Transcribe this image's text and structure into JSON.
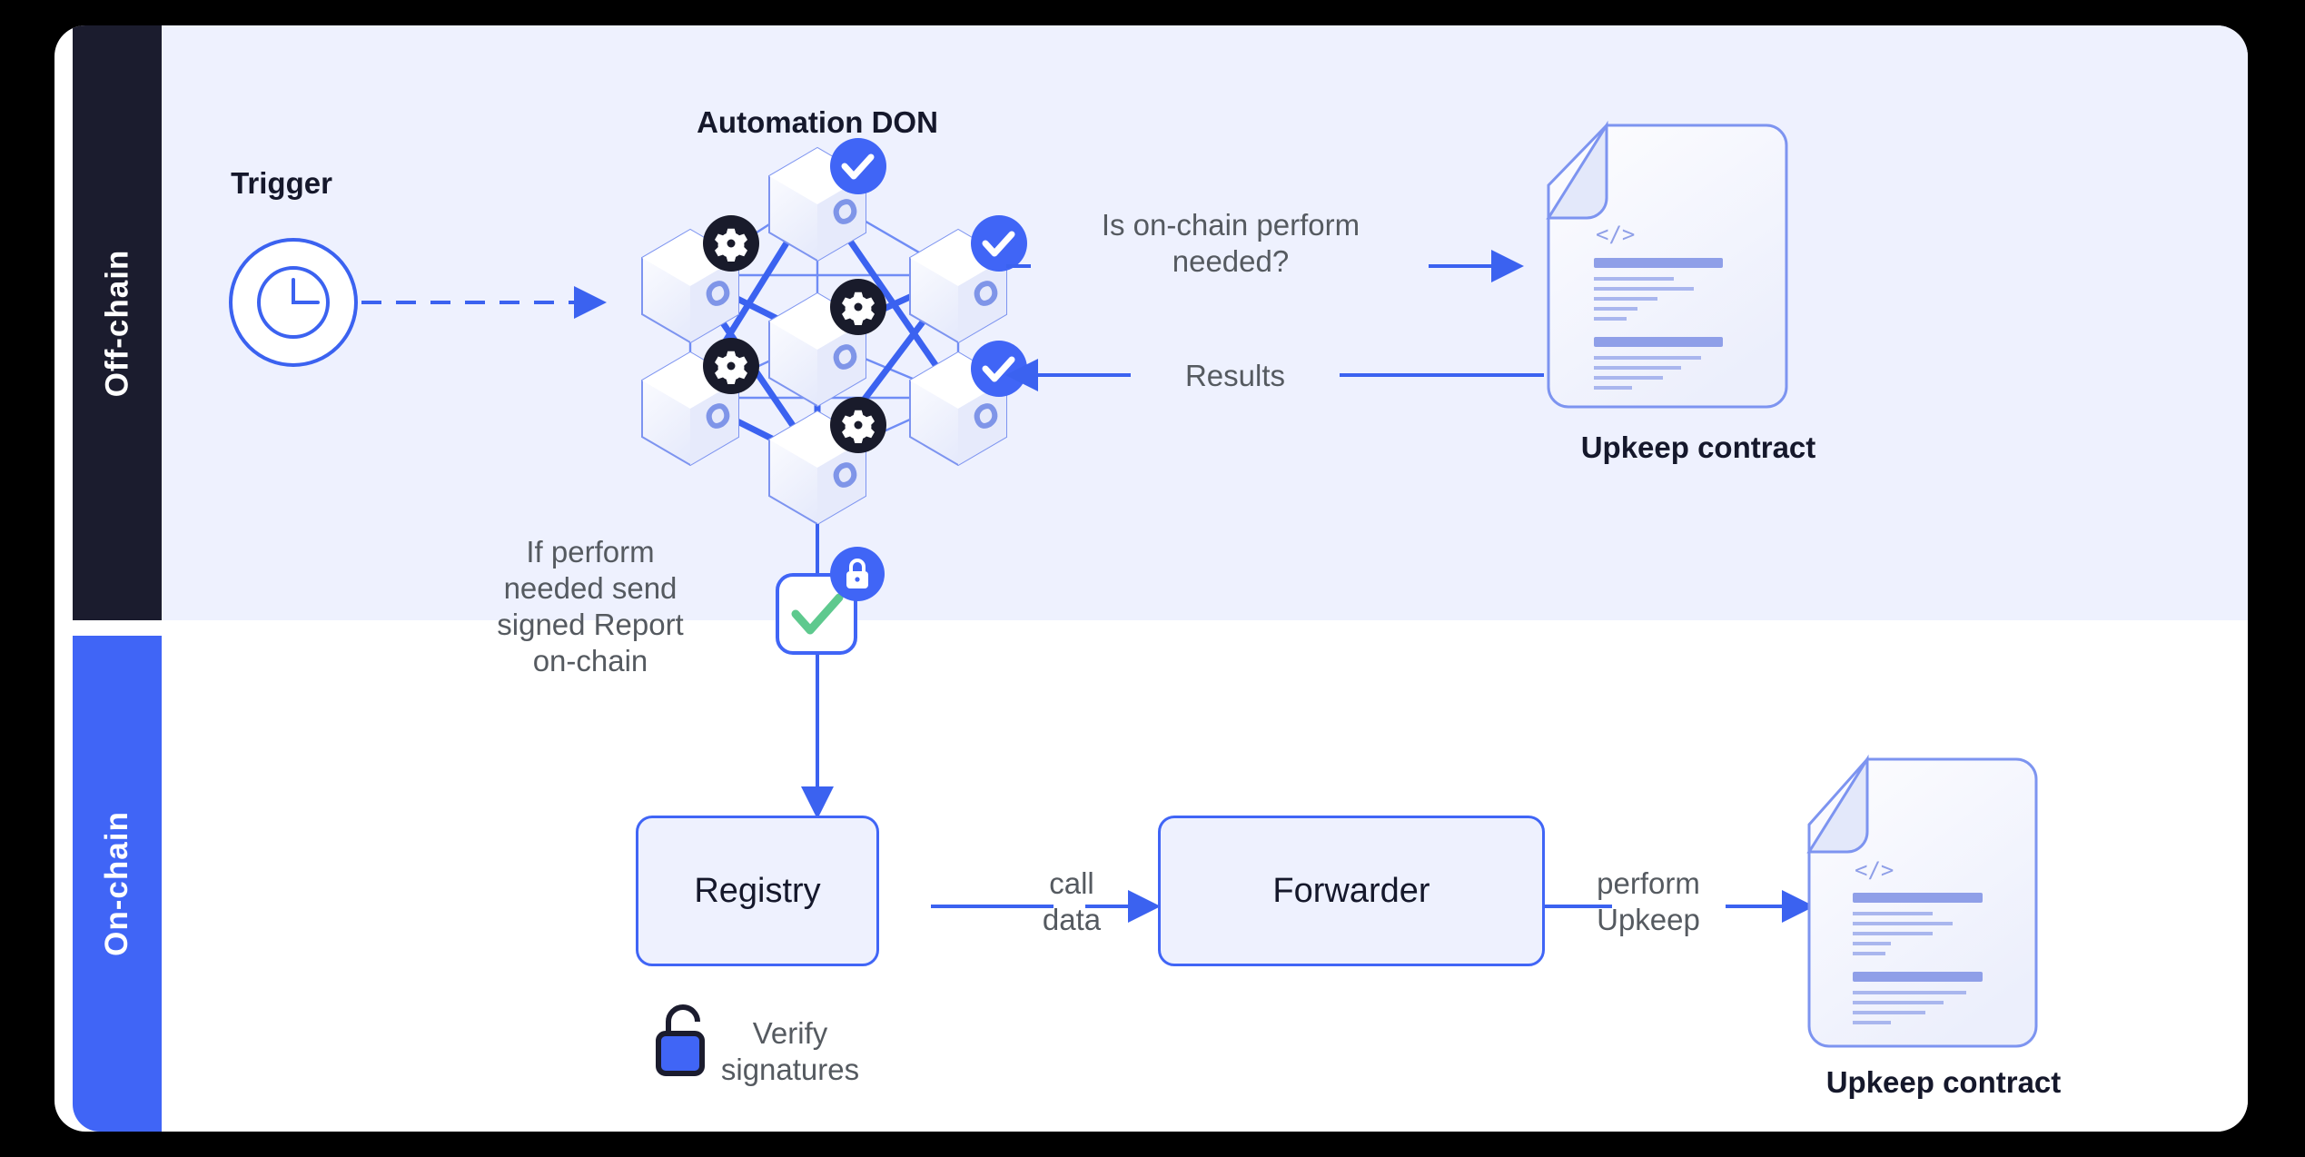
{
  "diagram": {
    "title": "Chainlink Automation architecture",
    "colors": {
      "offchain_band": "#eef1fe",
      "onchain_band": "#ffffff",
      "offchain_sidebar": "#1b1c2e",
      "onchain_sidebar": "#4065f6",
      "accent_blue": "#3b62f0",
      "node_badge_dark": "#191b2b",
      "check_green": "#5ec98e",
      "text_gray": "#555a60",
      "text_dark": "#15182b",
      "doc_line": "#8f9fe8"
    },
    "lanes": [
      {
        "id": "offchain",
        "label": "Off-chain"
      },
      {
        "id": "onchain",
        "label": "On-chain"
      }
    ],
    "offchain": {
      "trigger_label": "Trigger",
      "trigger_icon": "clock-icon",
      "don_title": "Automation DON",
      "don_nodes": [
        {
          "id": "node-top",
          "badge": "check"
        },
        {
          "id": "node-left-upper",
          "badge": "gear"
        },
        {
          "id": "node-right-upper",
          "badge": "check"
        },
        {
          "id": "node-center",
          "badge": "gear"
        },
        {
          "id": "node-left-lower",
          "badge": "gear"
        },
        {
          "id": "node-right-lower",
          "badge": "check"
        },
        {
          "id": "node-bottom",
          "badge": "gear"
        }
      ],
      "query_label": "Is on-chain perform needed?",
      "query_label_line1": "Is on-chain perform",
      "query_label_line2": "needed?",
      "results_label": "Results",
      "upkeep_contract_label": "Upkeep contract",
      "upkeep_contract_icon": "code-document-icon",
      "report_note_lines": [
        "If perform",
        "needed send",
        "signed Report",
        "on-chain"
      ],
      "signed_report": {
        "icon": "signed-report-badge",
        "lock_state": "locked",
        "check": true
      }
    },
    "onchain": {
      "registry_label": "Registry",
      "forwarder_label": "Forwarder",
      "call_data_label_line1": "call",
      "call_data_label_line2": "data",
      "perform_upkeep_label_line1": "perform",
      "perform_upkeep_label_line2": "Upkeep",
      "verify_label_line1": "Verify",
      "verify_label_line2": "signatures",
      "verify_icon": "unlocked-padlock-icon",
      "upkeep_contract_label": "Upkeep contract",
      "upkeep_contract_icon": "code-document-icon"
    }
  }
}
